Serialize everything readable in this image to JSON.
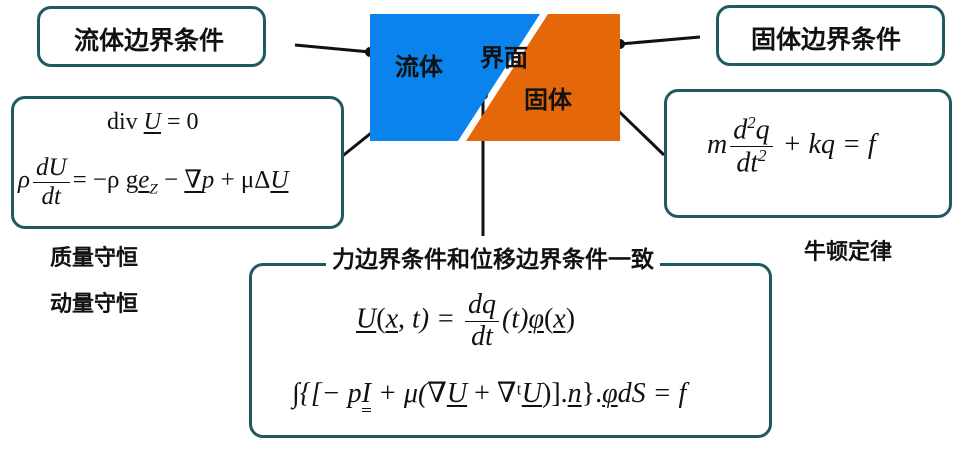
{
  "fluid_bc": {
    "title": "流体边界条件"
  },
  "solid_bc": {
    "title": "固体边界条件"
  },
  "center_diagram": {
    "fluid_label": "流体",
    "interface_label": "界面",
    "solid_label": "固体",
    "colors": {
      "fluid": "#0a84ec",
      "solid": "#e4680a",
      "border": "#1f5a63"
    }
  },
  "fluid_equations": {
    "eq1": {
      "op": "div",
      "var": "U",
      "rhs": "= 0"
    },
    "eq2": {
      "rho": "ρ",
      "num": "dU",
      "den": "dt",
      "rhs_part1": "= −ρ g",
      "e": "e",
      "e_sub": "Z",
      "minus": " − ",
      "nabla": "∇",
      "p": "p",
      "plus": " + μΔ",
      "U": "U"
    },
    "label_mass": "质量守恒",
    "label_momentum": "动量守恒"
  },
  "solid_equation": {
    "m": "m",
    "num_d": "d",
    "num_exp": "2",
    "num_q": "q",
    "den_dt": "dt",
    "den_exp": "2",
    "rest": " + kq = f",
    "label": "牛顿定律"
  },
  "interface_conditions": {
    "title": "力边界条件和位移边界条件一致",
    "eq1": {
      "U": "U",
      "open": "(",
      "x": "x",
      "sep": ", t) = ",
      "num": "dq",
      "den": "dt",
      "t": "(t)",
      "phi": "φ",
      "x2": "x"
    },
    "eq2": {
      "text_a": "∫{[− p",
      "I": "I",
      "text_b": " + μ(∇",
      "U1": "U",
      "text_c": " + ∇ᵗ",
      "U2": "U",
      "text_d": ")].",
      "n": "n",
      "text_e": "}.",
      "phi": "φ",
      "text_f": "dS = f"
    }
  }
}
